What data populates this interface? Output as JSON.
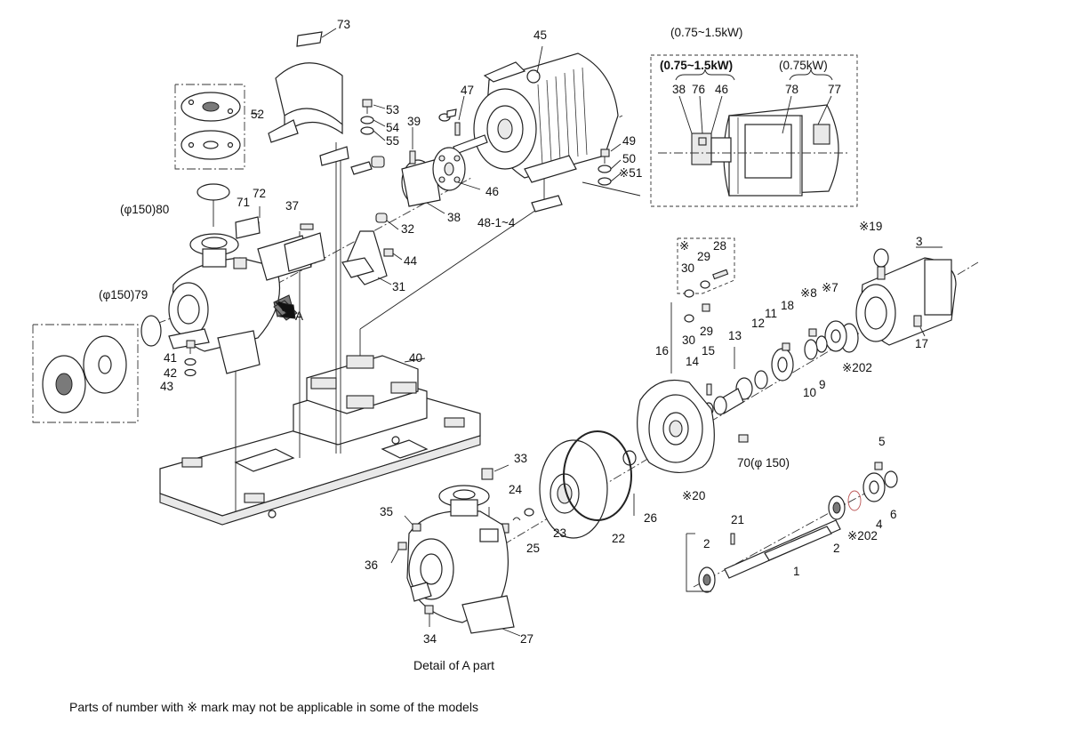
{
  "labels": {
    "p73": "73",
    "p45": "45",
    "p52": "52",
    "p53": "53",
    "p54": "54",
    "p55": "55",
    "p39": "39",
    "p47": "47",
    "p49": "49",
    "p50": "50",
    "p51": "※51",
    "p46": "46",
    "p38": "38",
    "p80": "(φ150)80",
    "p71": "71",
    "p72": "72",
    "p37": "37",
    "p32": "32",
    "p48": "48-1~4",
    "p44": "44",
    "p31": "31",
    "p79": "(φ150)79",
    "pA": "A",
    "p41": "41",
    "p42": "42",
    "p43": "43",
    "p40": "40",
    "pMarkBox": "※",
    "p28": "28",
    "p29a": "29",
    "p30a": "30",
    "p29b": "29",
    "p30b": "30",
    "p16": "16",
    "p15": "15",
    "p14": "14",
    "p13": "13",
    "p12": "12",
    "p11": "11",
    "p18": "18",
    "p8": "※8",
    "p7": "※7",
    "p10": "10",
    "p9": "9",
    "p202a": "※202",
    "p19": "※19",
    "p3": "3",
    "p17": "17",
    "p70": "70(φ 150)",
    "p20": "※20",
    "p33": "33",
    "p24": "24",
    "p23": "23",
    "p25": "25",
    "p22": "22",
    "p26": "26",
    "p35": "35",
    "p36": "36",
    "p34": "34",
    "p27": "27",
    "p5": "5",
    "p4": "4",
    "p6": "6",
    "p202b": "※202",
    "p2a": "2",
    "p21": "21",
    "p1": "1",
    "p2b": "2"
  },
  "motor_variant": {
    "title": "(0.75~1.5kW)",
    "group_left": "(0.75~1.5kW)",
    "group_right": "(0.75kW)",
    "p38": "38",
    "p76": "76",
    "p46": "46",
    "p78": "78",
    "p77": "77"
  },
  "captions": {
    "detail_a": "Detail of A part",
    "footnote": "Parts of number with ※ mark may not be applicable in some of the models"
  }
}
